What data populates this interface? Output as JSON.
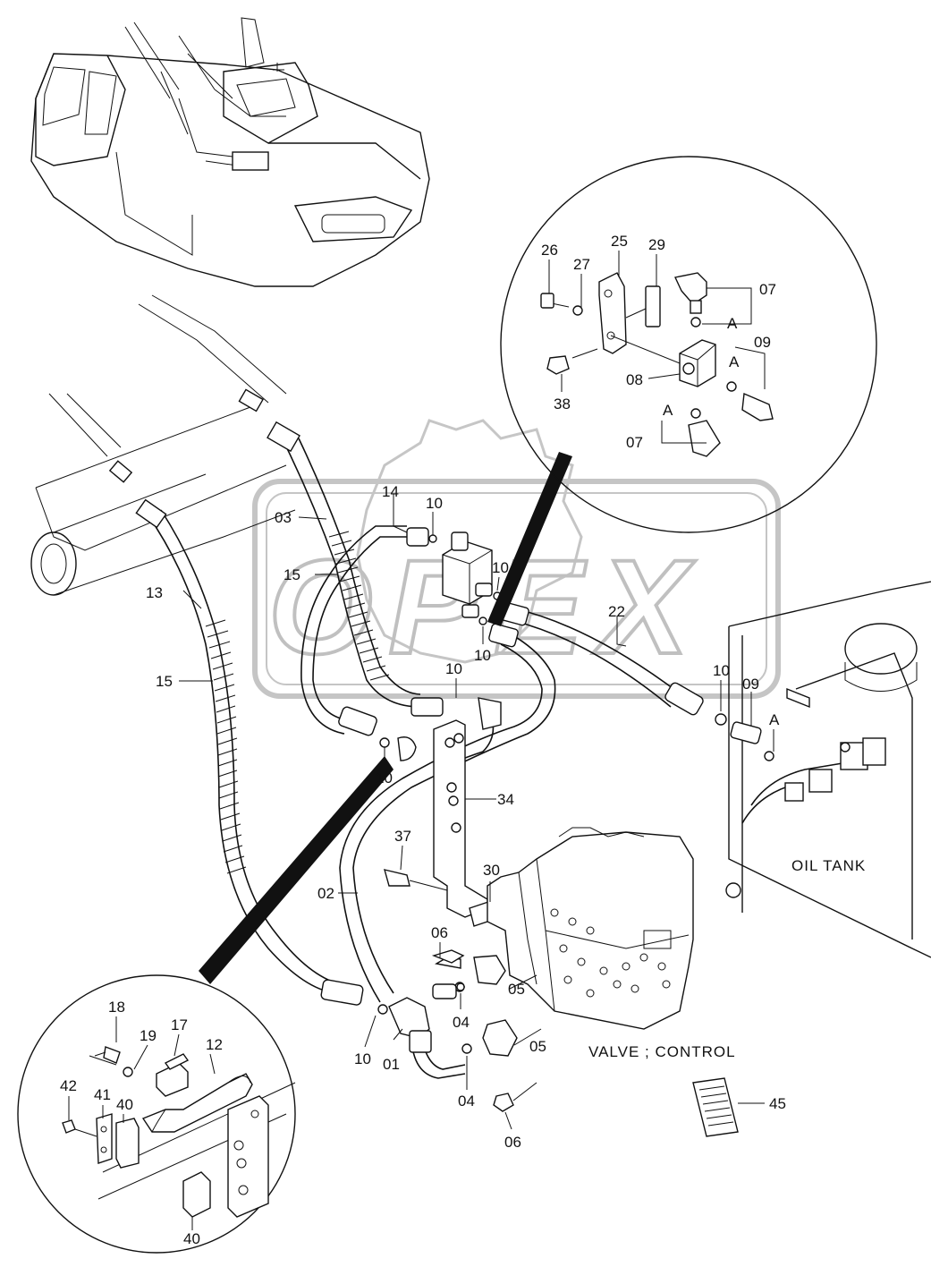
{
  "watermark": {
    "text": "OPEX"
  },
  "captions": {
    "oil_tank": "OIL TANK",
    "control_valve": "VALVE ; CONTROL"
  },
  "callouts": {
    "p26": "26",
    "p27": "27",
    "p25": "25",
    "p29": "29",
    "p07a": "07",
    "a1": "A",
    "p09a": "09",
    "a2": "A",
    "p08": "08",
    "p38": "38",
    "a3": "A",
    "p07b": "07",
    "p14": "14",
    "p10a": "10",
    "p03": "03",
    "p15a": "15",
    "p10b": "10",
    "p10c": "10",
    "p22": "22",
    "p13": "13",
    "p15b": "15",
    "p10d": "10",
    "p10e": "10",
    "p10f": "10",
    "p09b": "09",
    "a4": "A",
    "p34": "34",
    "p37": "37",
    "p30": "30",
    "p02": "02",
    "p06a": "06",
    "p05a": "05",
    "p04a": "04",
    "p10g": "10",
    "p01": "01",
    "p05b": "05",
    "p04b": "04",
    "p06b": "06",
    "p45": "45",
    "p18": "18",
    "p19": "19",
    "p17": "17",
    "p12": "12",
    "p42": "42",
    "p41": "41",
    "p40a": "40",
    "p40b": "40"
  }
}
